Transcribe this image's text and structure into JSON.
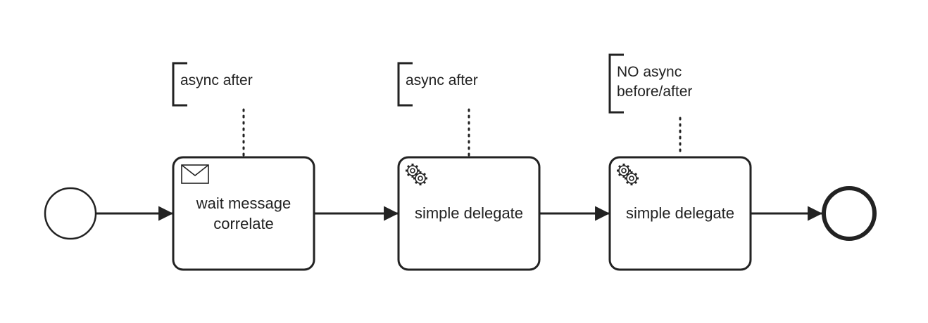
{
  "diagram": {
    "tasks": [
      {
        "type": "receive-task",
        "icon": "envelope-icon",
        "lines": [
          "wait message",
          "correlate"
        ]
      },
      {
        "type": "service-task",
        "icon": "gear-icon",
        "lines": [
          "simple delegate"
        ]
      },
      {
        "type": "service-task",
        "icon": "gear-icon",
        "lines": [
          "simple delegate"
        ]
      }
    ],
    "annotations": [
      {
        "lines": [
          "async after"
        ]
      },
      {
        "lines": [
          "async after"
        ]
      },
      {
        "lines": [
          "NO async",
          "before/after"
        ]
      }
    ],
    "colors": {
      "stroke": "#222222",
      "background": "#ffffff"
    }
  }
}
